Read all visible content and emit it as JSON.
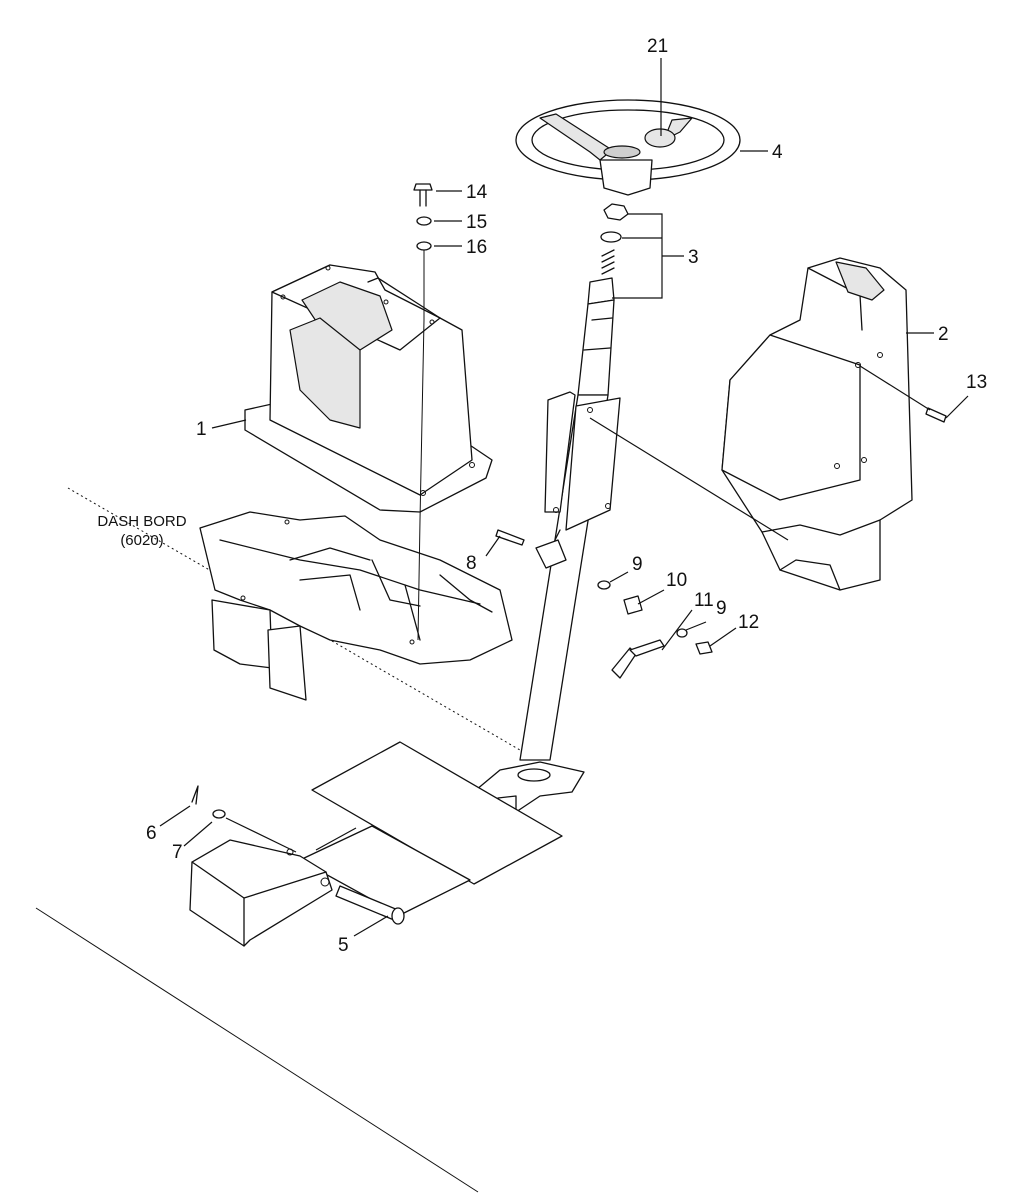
{
  "callouts": {
    "c1": "1",
    "c2": "2",
    "c3": "3",
    "c4": "4",
    "c5": "5",
    "c6": "6",
    "c7": "7",
    "c8": "8",
    "c9a": "9",
    "c9b": "9",
    "c10": "10",
    "c11": "11",
    "c12": "12",
    "c13": "13",
    "c14": "14",
    "c15": "15",
    "c16": "16",
    "c21": "21"
  },
  "reference": {
    "line1": "DASH BORD",
    "line2": "(6020)"
  }
}
